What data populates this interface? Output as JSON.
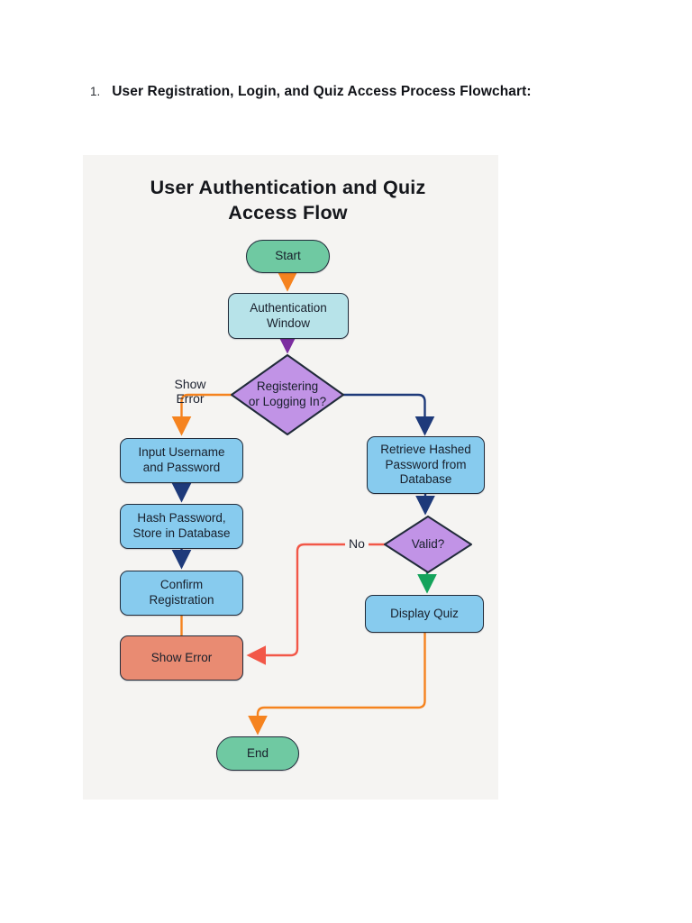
{
  "document": {
    "heading_number": "1.",
    "heading_text": "User Registration, Login, and Quiz Access Process Flowchart:"
  },
  "flowchart": {
    "title_line1": "User Authentication and Quiz",
    "title_line2": "Access Flow",
    "nodes": {
      "start": "Start",
      "auth_window": "Authentication\nWindow",
      "decision_register": "Registering\nor Logging In?",
      "input_credentials": "Input Username\nand Password",
      "hash_password": "Hash Password,\nStore in Database",
      "confirm_registration": "Confirm\nRegistration",
      "show_error": "Show Error",
      "retrieve_hash": "Retrieve Hashed\nPassword from\nDatabase",
      "decision_valid": "Valid?",
      "display_quiz": "Display Quiz",
      "end": "End"
    },
    "edge_labels": {
      "show_error": "Show Error",
      "no": "No"
    },
    "edges": [
      {
        "from": "Start",
        "to": "Authentication Window",
        "color": "orange"
      },
      {
        "from": "Authentication Window",
        "to": "Registering or Logging In?",
        "color": "purple"
      },
      {
        "from": "Registering or Logging In?",
        "to": "Input Username and Password",
        "color": "orange",
        "label": "Show Error"
      },
      {
        "from": "Registering or Logging In?",
        "to": "Retrieve Hashed Password from Database",
        "color": "navy"
      },
      {
        "from": "Input Username and Password",
        "to": "Hash Password, Store in Database",
        "color": "navy"
      },
      {
        "from": "Hash Password, Store in Database",
        "to": "Confirm Registration",
        "color": "navy"
      },
      {
        "from": "Confirm Registration",
        "to": "Show Error",
        "color": "orange"
      },
      {
        "from": "Retrieve Hashed Password from Database",
        "to": "Valid?",
        "color": "navy"
      },
      {
        "from": "Valid?",
        "to": "Display Quiz",
        "color": "green"
      },
      {
        "from": "Valid?",
        "to": "Show Error",
        "color": "red",
        "label": "No"
      },
      {
        "from": "Display Quiz",
        "to": "End",
        "color": "orange"
      }
    ]
  },
  "colors": {
    "panel_bg": "#f5f4f2",
    "node_border": "#212b3a",
    "green_node": "#6fc9a2",
    "cyan_node": "#b7e3e9",
    "blue_node": "#87cbee",
    "purple_node": "#c193e6",
    "salmon_node": "#e98b72",
    "arrow_orange": "#f5831f",
    "arrow_navy": "#1e3a7a",
    "arrow_purple": "#7c2da0",
    "arrow_green": "#14a35b",
    "arrow_red": "#f25748"
  }
}
